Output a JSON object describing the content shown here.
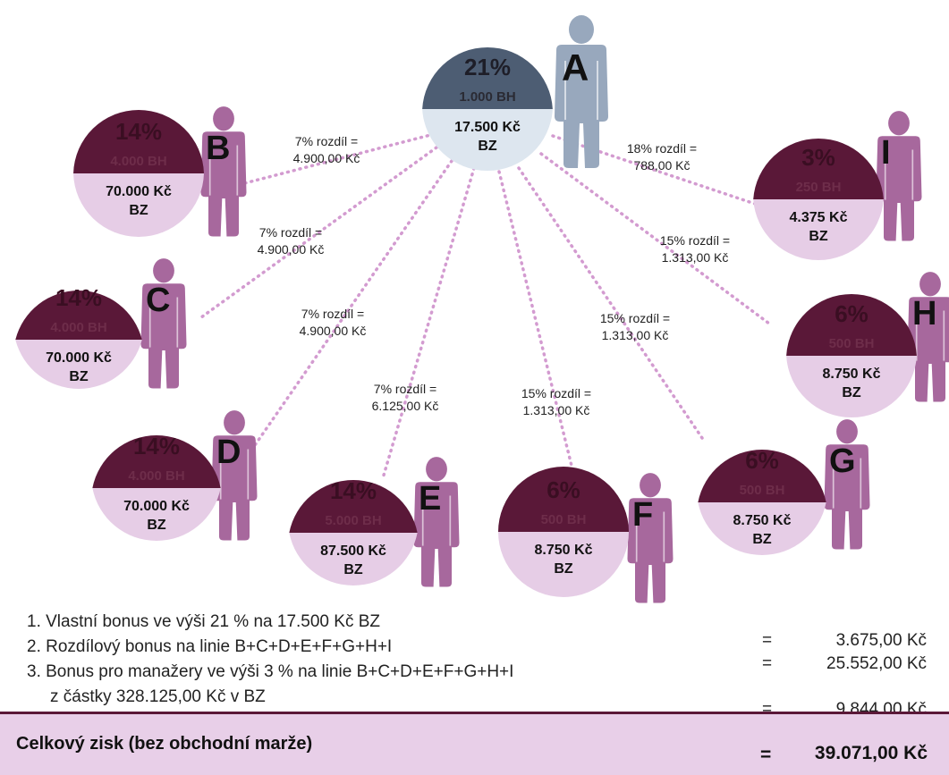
{
  "colors": {
    "dark_wine": "#5a1838",
    "light_lilac": "#e6cde6",
    "person_mauve": "#a7689d",
    "slate": "#4d5d73",
    "light_blue": "#dde6ef",
    "person_blue": "#98a8bd",
    "dots": "#d39bd0"
  },
  "nodes": [
    {
      "id": "A",
      "pct": "21%",
      "bh": "1.000 BH",
      "bz_amount": "17.500 Kč",
      "bz_label": "BZ",
      "theme": "blue"
    },
    {
      "id": "B",
      "pct": "14%",
      "bh": "4.000 BH",
      "bz_amount": "70.000 Kč",
      "bz_label": "BZ",
      "theme": "wine"
    },
    {
      "id": "C",
      "pct": "14%",
      "bh": "4.000 BH",
      "bz_amount": "70.000 Kč",
      "bz_label": "BZ",
      "theme": "wine"
    },
    {
      "id": "D",
      "pct": "14%",
      "bh": "4.000 BH",
      "bz_amount": "70.000 Kč",
      "bz_label": "BZ",
      "theme": "wine"
    },
    {
      "id": "E",
      "pct": "14%",
      "bh": "5.000 BH",
      "bz_amount": "87.500 Kč",
      "bz_label": "BZ",
      "theme": "wine"
    },
    {
      "id": "F",
      "pct": "6%",
      "bh": "500 BH",
      "bz_amount": "8.750 Kč",
      "bz_label": "BZ",
      "theme": "wine"
    },
    {
      "id": "G",
      "pct": "6%",
      "bh": "500 BH",
      "bz_amount": "8.750 Kč",
      "bz_label": "BZ",
      "theme": "wine"
    },
    {
      "id": "H",
      "pct": "6%",
      "bh": "500 BH",
      "bz_amount": "8.750 Kč",
      "bz_label": "BZ",
      "theme": "wine"
    },
    {
      "id": "I",
      "pct": "3%",
      "bh": "250 BH",
      "bz_amount": "4.375 Kč",
      "bz_label": "BZ",
      "theme": "wine"
    }
  ],
  "links": [
    {
      "to": "B",
      "line1": "7% rozdíl =",
      "line2": "4.900,00 Kč"
    },
    {
      "to": "C",
      "line1": "7% rozdíl =",
      "line2": "4.900,00 Kč"
    },
    {
      "to": "D",
      "line1": "7% rozdíl =",
      "line2": "4.900,00 Kč"
    },
    {
      "to": "E",
      "line1": "7% rozdíl =",
      "line2": "6.125,00 Kč"
    },
    {
      "to": "F",
      "line1": "15% rozdíl =",
      "line2": "1.313,00 Kč"
    },
    {
      "to": "G",
      "line1": "15% rozdíl =",
      "line2": "1.313,00 Kč"
    },
    {
      "to": "H",
      "line1": "15% rozdíl =",
      "line2": "1.313,00 Kč"
    },
    {
      "to": "I",
      "line1": "18% rozdíl =",
      "line2": "788,00 Kč"
    }
  ],
  "calc": {
    "line1": "1. Vlastní bonus ve výši 21 % na 17.500 Kč BZ",
    "line2": "2. Rozdílový bonus na linie B+C+D+E+F+G+H+I",
    "line3": "3. Bonus pro manažery ve výši 3 % na linie B+C+D+E+F+G+H+I",
    "line4": "z částky 328.125,00 Kč v BZ",
    "eq": "=",
    "amount1": "3.675,00 Kč",
    "amount2": "25.552,00 Kč",
    "amount3": "9.844,00 Kč"
  },
  "total": {
    "label": "Celkový zisk (bez obchodní marže)",
    "eq": "=",
    "amount": "39.071,00 Kč"
  }
}
